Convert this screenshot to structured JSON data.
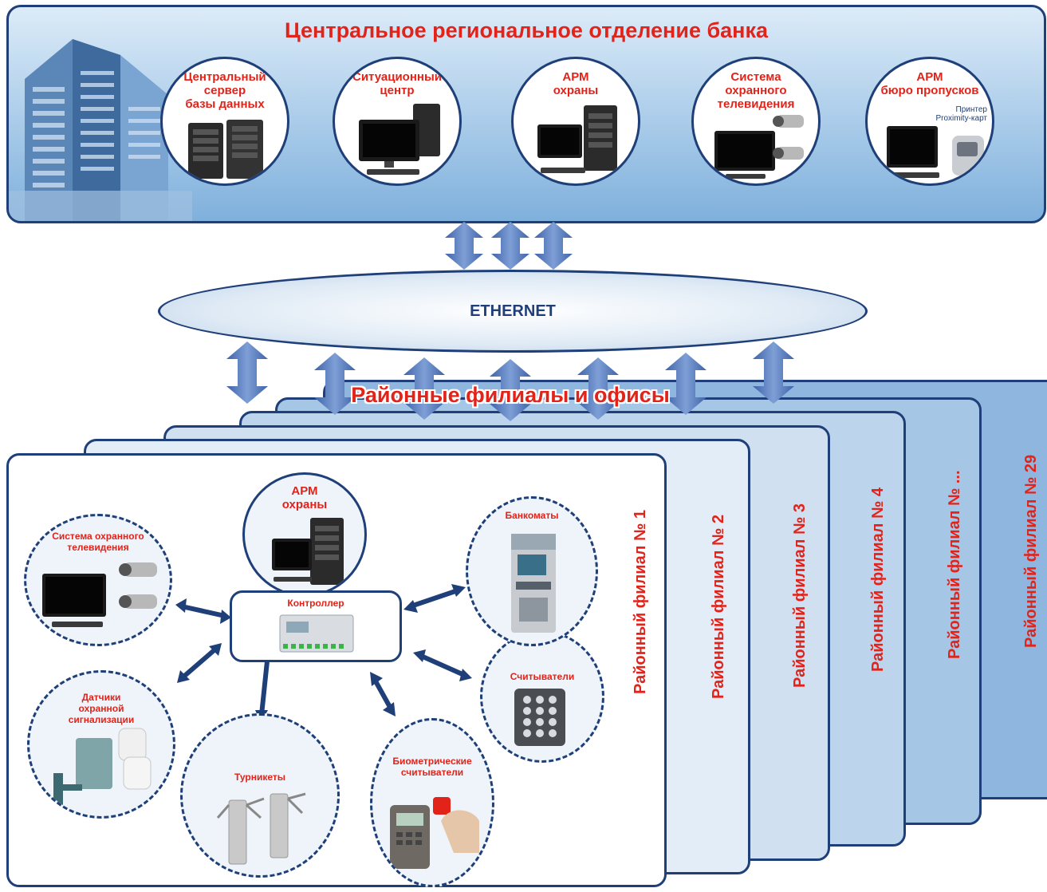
{
  "header": {
    "title": "Центральное региональное отделение банка"
  },
  "top_nodes": [
    {
      "label": "Центральный\nсервер\nбазы данных"
    },
    {
      "label": "Ситуационный\nцентр"
    },
    {
      "label": "АРМ\nохраны"
    },
    {
      "label": "Система\nохранного\nтелевидения"
    },
    {
      "label": "АРМ\nбюро пропусков",
      "sub_label": "Принтер\nProximity-карт"
    }
  ],
  "network": {
    "label": "ETHERNET"
  },
  "branches": {
    "title": "Районные филиалы и офисы",
    "tabs": [
      "Районный филиал № 1",
      "Районный филиал № 2",
      "Районный филиал № 3",
      "Районный филиал № 4",
      "Районный филиал № ...",
      "Районный филиал № 29"
    ]
  },
  "branch_devices": {
    "arm": "АРМ\nохраны",
    "controller": "Контроллер",
    "cctv": "Система охранного\nтелевидения",
    "sensors": "Датчики\nохранной\nсигнализации",
    "turnstiles": "Турникеты",
    "biometric": "Биометрические\nсчитыватели",
    "readers": "Считыватели",
    "atm": "Банкоматы"
  },
  "colors": {
    "accent_red": "#e2231a",
    "navy": "#1f3f78",
    "arrow_blue": "#4f73b8"
  }
}
